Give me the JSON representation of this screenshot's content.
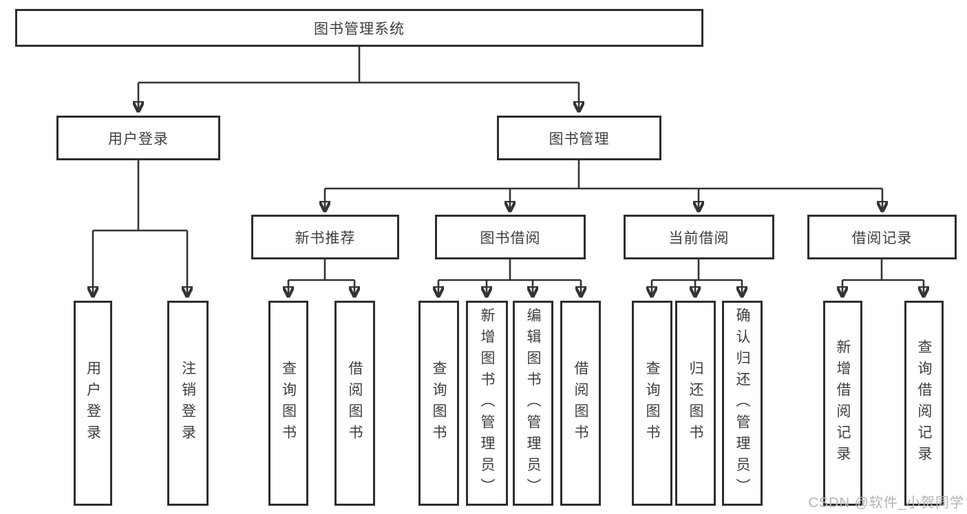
{
  "page": {
    "background": "#ffffff"
  },
  "colors": {
    "line": "#333333",
    "box_border": "#2e2e2e",
    "text": "#3e3e3e",
    "watermark": "#b3b3b3"
  },
  "watermark": {
    "text": "CSDN @软件_小贺同学"
  },
  "tree": {
    "label": "图书管理系统",
    "children": [
      {
        "label": "用户登录",
        "children": [
          {
            "label": "用户登录"
          },
          {
            "label": "注销登录"
          }
        ]
      },
      {
        "label": "图书管理",
        "children": [
          {
            "label": "新书推荐",
            "children": [
              {
                "label": "查询图书"
              },
              {
                "label": "借阅图书"
              }
            ]
          },
          {
            "label": "图书借阅",
            "children": [
              {
                "label": "查询图书"
              },
              {
                "label": "新增图书（管理员）"
              },
              {
                "label": "编辑图书（管理员）"
              },
              {
                "label": "借阅图书"
              }
            ]
          },
          {
            "label": "当前借阅",
            "children": [
              {
                "label": "查询图书"
              },
              {
                "label": "归还图书"
              },
              {
                "label": "确认归还（管理员）"
              }
            ]
          },
          {
            "label": "借阅记录",
            "children": [
              {
                "label": "新增借阅记录"
              },
              {
                "label": "查询借阅记录"
              }
            ]
          }
        ]
      }
    ]
  }
}
